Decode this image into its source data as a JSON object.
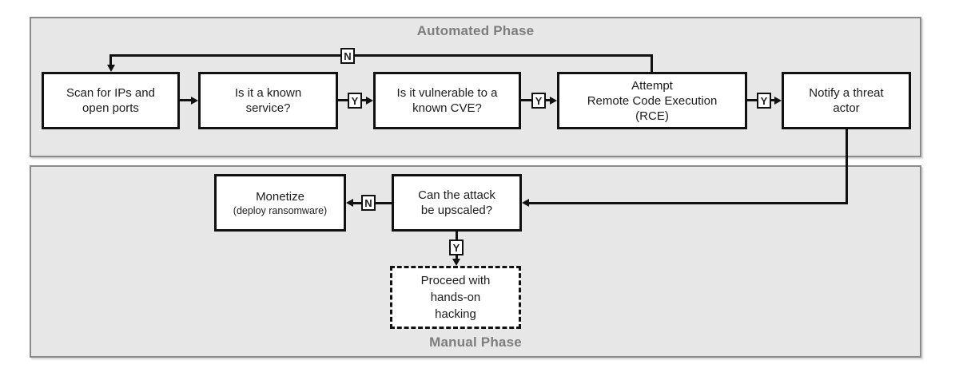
{
  "phases": {
    "automated": "Automated Phase",
    "manual": "Manual Phase"
  },
  "nodes": {
    "scan": {
      "line1": "Scan for IPs and",
      "line2": "open ports"
    },
    "known_service": {
      "line1": "Is it a known",
      "line2": "service?"
    },
    "known_cve": {
      "line1": "Is it vulnerable to a",
      "line2": "known CVE?"
    },
    "rce": {
      "line1": "Attempt",
      "line2": "Remote Code Execution",
      "line3": "(RCE)"
    },
    "notify": {
      "line1": "Notify a threat",
      "line2": "actor"
    },
    "monetize": {
      "line1": "Monetize",
      "line2": "(deploy ransomware)"
    },
    "upscale": {
      "line1": "Can the attack",
      "line2": "be upscaled?"
    },
    "proceed": {
      "line1": "Proceed with",
      "line2": "hands-on",
      "line3": "hacking"
    }
  },
  "edge_labels": {
    "no_rescan": "N",
    "yes_service": "Y",
    "yes_cve": "Y",
    "yes_rce": "Y",
    "no_upscale": "N",
    "yes_upscale": "Y"
  },
  "colors": {
    "panel_fill": "#e7e7e7",
    "panel_border": "#8a8a8a",
    "node_border": "#111111",
    "phase_title_text": "#7d7d7d",
    "node_fill": "#ffffff"
  }
}
